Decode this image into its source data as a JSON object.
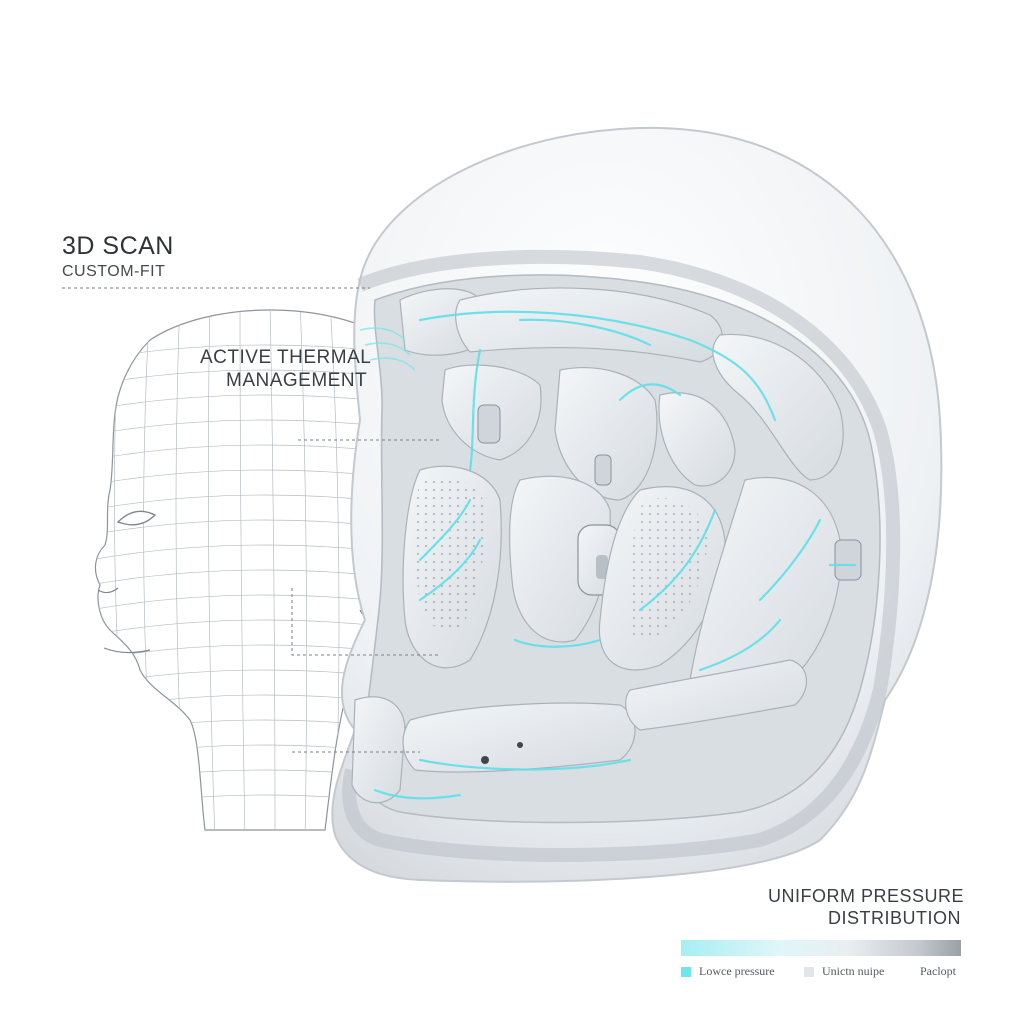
{
  "labels": {
    "scan_title": "3D SCAN",
    "scan_sub": "CUSTOM-FIT",
    "thermal_line1": "ACTIVE THERMAL",
    "thermal_line2": "MANAGEMENT",
    "pressure_line1": "UNIFORM PRESSURE",
    "pressure_line2": "DISTRIBUTION"
  },
  "legend": {
    "items": [
      {
        "label": "Lowce pressure",
        "color": "#6fe6ee"
      },
      {
        "label": "Unictn nuipe",
        "color": "#e2e6ea"
      },
      {
        "label": "Paclopt"
      }
    ]
  },
  "colors": {
    "accent_cyan": "#5fe0ea",
    "shell": "#f3f5f7",
    "shell_edge": "#c9ced3",
    "padding": "#e7ebee",
    "mesh_line": "#9aa3ab",
    "text": "#3a3f45"
  }
}
